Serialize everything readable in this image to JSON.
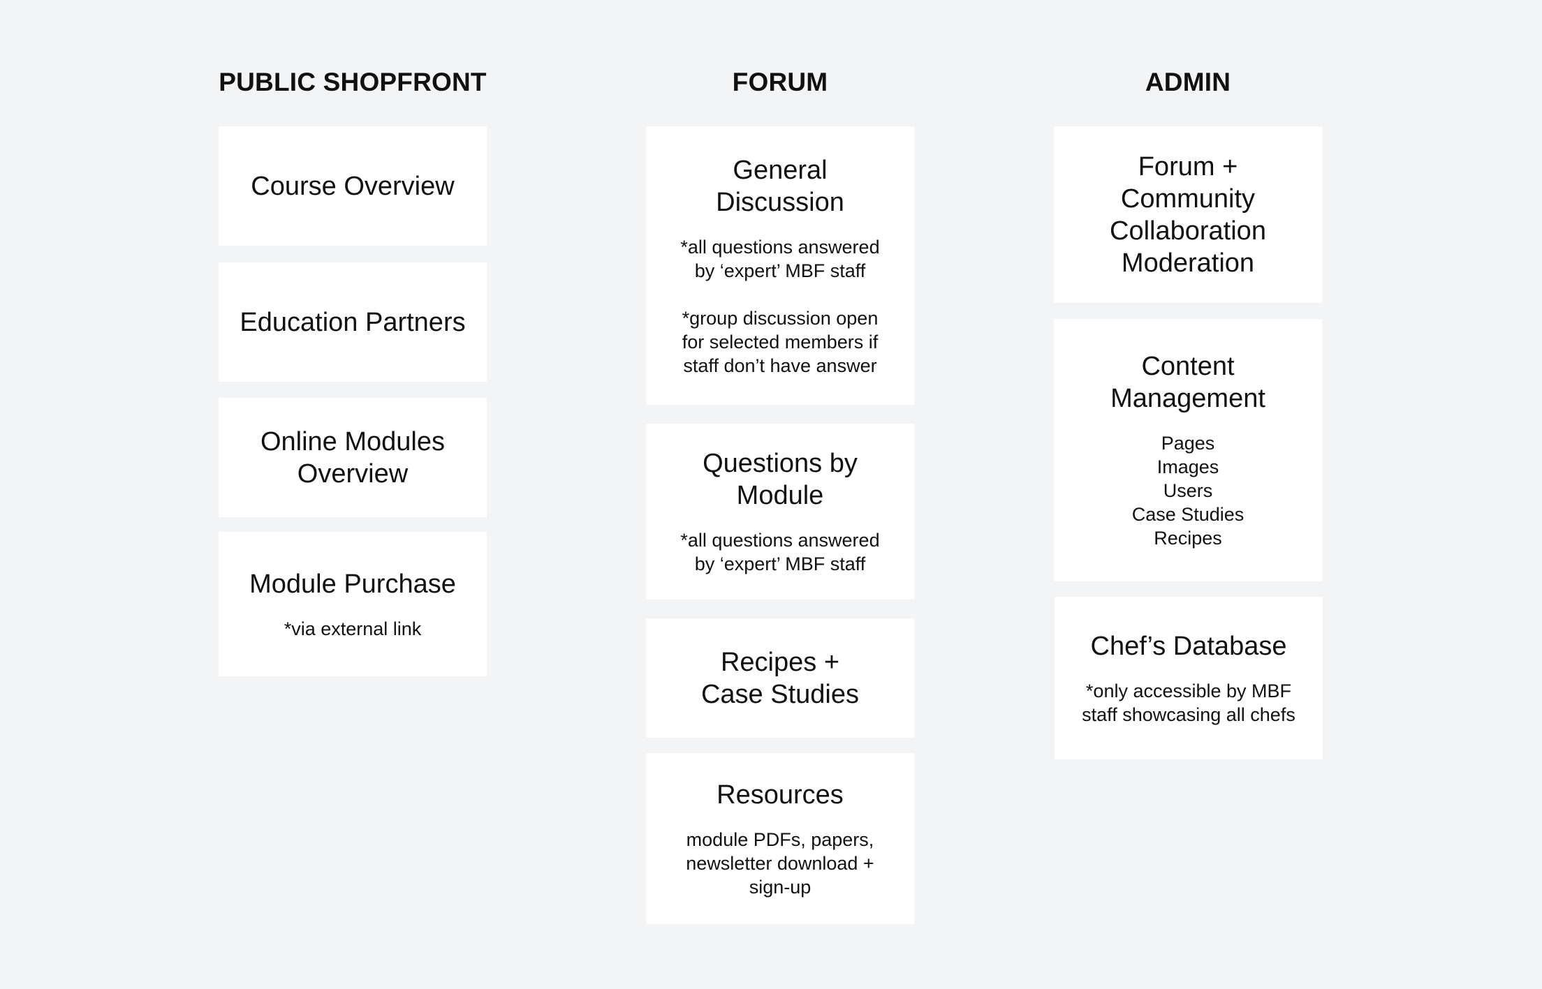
{
  "columns": {
    "shopfront": {
      "title": "PUBLIC SHOPFRONT",
      "cards": {
        "course_overview": {
          "title": "Course Overview"
        },
        "education_partners": {
          "title": "Education Partners"
        },
        "online_modules": {
          "title": "Online Modules\nOverview"
        },
        "module_purchase": {
          "title": "Module Purchase",
          "note": "*via external link"
        }
      }
    },
    "forum": {
      "title": "FORUM",
      "cards": {
        "general_discussion": {
          "title": "General\nDiscussion",
          "note_1": "*all questions answered\nby ‘expert’ MBF staff",
          "note_2": "*group discussion open\nfor selected members if\nstaff don’t have answer"
        },
        "questions_by_module": {
          "title": "Questions by\nModule",
          "note": "*all questions answered\nby ‘expert’ MBF staff"
        },
        "recipes_case_studies": {
          "title": "Recipes +\nCase Studies"
        },
        "resources": {
          "title": "Resources",
          "note": "module PDFs, papers,\nnewsletter download +\nsign-up"
        }
      }
    },
    "admin": {
      "title": "ADMIN",
      "cards": {
        "forum_moderation": {
          "title": "Forum +\nCommunity\nCollaboration\nModeration"
        },
        "content_management": {
          "title": "Content\nManagement",
          "items": [
            "Pages",
            "Images",
            "Users",
            "Case Studies",
            "Recipes"
          ]
        },
        "chefs_database": {
          "title": "Chef’s Database",
          "note": "*only accessible by MBF\nstaff showcasing all chefs"
        }
      }
    }
  }
}
